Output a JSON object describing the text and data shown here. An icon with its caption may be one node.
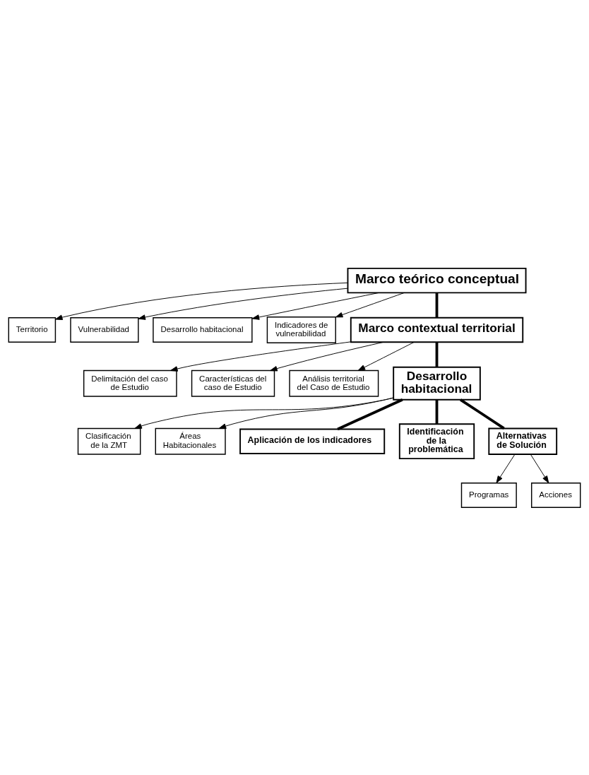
{
  "diagram": {
    "nodes": [
      {
        "text": [
          "Marco teórico conceptual"
        ]
      },
      {
        "text": [
          "Territorio"
        ]
      },
      {
        "text": [
          "Vulnerabilidad"
        ]
      },
      {
        "text": [
          "Desarrollo habitacional"
        ]
      },
      {
        "text": [
          "Indicadores de vulnerabilidad"
        ]
      },
      {
        "text": [
          "Marco contextual territorial"
        ]
      },
      {
        "text": [
          "Delimitación del caso de Estudio"
        ]
      },
      {
        "text": [
          "Características del caso de Estudio"
        ]
      },
      {
        "text": [
          "Análisis territorial del Caso de Estudio"
        ]
      },
      {
        "text": [
          "Desarrollo habitacional"
        ]
      },
      {
        "text": [
          "Clasificación de la ZMT"
        ]
      },
      {
        "text": [
          "Áreas Habitacionales"
        ]
      },
      {
        "text": [
          "Aplicación de los indicadores"
        ]
      },
      {
        "text": [
          "Identificación de la problemática"
        ]
      },
      {
        "text": [
          "Alternativas de Solución"
        ]
      },
      {
        "text": [
          "Programas"
        ]
      },
      {
        "text": [
          "Acciones"
        ]
      }
    ],
    "edges": [
      {
        "from": 0,
        "to": 5,
        "arrow": "none",
        "style": "thick"
      },
      {
        "from": 0,
        "to": 1,
        "arrow": "to"
      },
      {
        "from": 0,
        "to": 2,
        "arrow": "to"
      },
      {
        "from": 0,
        "to": 3,
        "arrow": "to"
      },
      {
        "from": 0,
        "to": 4,
        "arrow": "to"
      },
      {
        "from": 5,
        "to": 6,
        "arrow": "to"
      },
      {
        "from": 5,
        "to": 7,
        "arrow": "to"
      },
      {
        "from": 5,
        "to": 8,
        "arrow": "to"
      },
      {
        "from": 5,
        "to": 9,
        "arrow": "none",
        "style": "thick"
      },
      {
        "from": 9,
        "to": 10,
        "arrow": "to"
      },
      {
        "from": 9,
        "to": 11,
        "arrow": "to"
      },
      {
        "from": 9,
        "to": 12,
        "arrow": "none",
        "style": "thick"
      },
      {
        "from": 9,
        "to": 13,
        "arrow": "none",
        "style": "thick"
      },
      {
        "from": 9,
        "to": 14,
        "arrow": "none",
        "style": "thick"
      },
      {
        "from": 14,
        "to": 15,
        "arrow": "to"
      },
      {
        "from": 14,
        "to": 16,
        "arrow": "to"
      }
    ]
  }
}
